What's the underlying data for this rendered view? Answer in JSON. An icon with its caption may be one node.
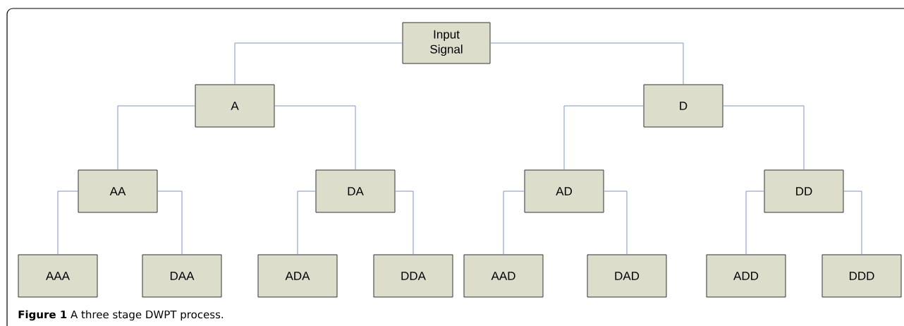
{
  "diagram": {
    "caption": "**Figure 1** A three stage DWPT process.",
    "nodes": [
      {
        "text": [
          "Input Signal"
        ]
      },
      {
        "text": [
          "A"
        ]
      },
      {
        "text": [
          "D"
        ]
      },
      {
        "text": [
          "AA"
        ]
      },
      {
        "text": [
          "DA"
        ]
      },
      {
        "text": [
          "AD"
        ]
      },
      {
        "text": [
          "DD"
        ]
      },
      {
        "text": [
          "AAA"
        ]
      },
      {
        "text": [
          "DAA"
        ]
      },
      {
        "text": [
          "ADA"
        ]
      },
      {
        "text": [
          "DDA"
        ]
      },
      {
        "text": [
          "AAD"
        ]
      },
      {
        "text": [
          "DAD"
        ]
      },
      {
        "text": [
          "ADD"
        ]
      },
      {
        "text": [
          "DDD"
        ]
      }
    ],
    "edges": [
      {
        "from": 0,
        "to": 1,
        "arrow": "none"
      },
      {
        "from": 0,
        "to": 2,
        "arrow": "none"
      },
      {
        "from": 1,
        "to": 3,
        "arrow": "none"
      },
      {
        "from": 1,
        "to": 4,
        "arrow": "none"
      },
      {
        "from": 2,
        "to": 5,
        "arrow": "none"
      },
      {
        "from": 2,
        "to": 6,
        "arrow": "none"
      },
      {
        "from": 3,
        "to": 7,
        "arrow": "none"
      },
      {
        "from": 3,
        "to": 8,
        "arrow": "none"
      },
      {
        "from": 4,
        "to": 9,
        "arrow": "none"
      },
      {
        "from": 4,
        "to": 10,
        "arrow": "none"
      },
      {
        "from": 5,
        "to": 11,
        "arrow": "none"
      },
      {
        "from": 5,
        "to": 12,
        "arrow": "none"
      },
      {
        "from": 6,
        "to": 13,
        "arrow": "none"
      },
      {
        "from": 6,
        "to": 14,
        "arrow": "none"
      }
    ]
  }
}
